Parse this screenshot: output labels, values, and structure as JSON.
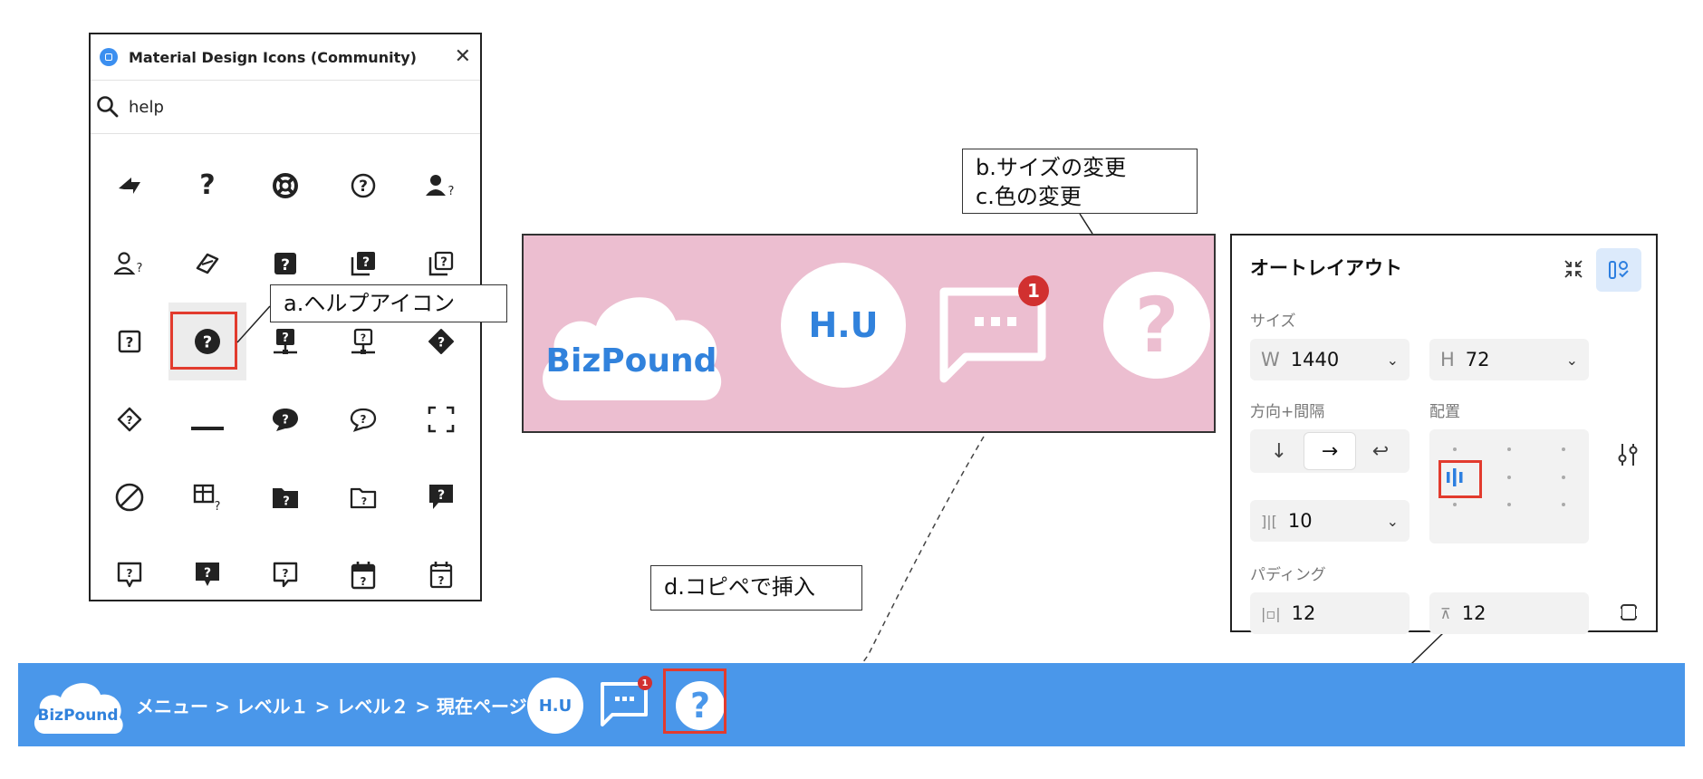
{
  "plugin": {
    "title": "Material Design Icons (Community)",
    "search_value": "help",
    "icons": [
      [
        "swap-horizontal-icon",
        "question-mark-icon",
        "lifebuoy-icon",
        "help-circle-outline-icon",
        "account-question-icon"
      ],
      [
        "account-question-outline-icon",
        "help-network-outline-icon",
        "help-box-icon",
        "help-box-multiple-icon",
        "help-box-multiple-outline-icon"
      ],
      [
        "help-box-outline-icon",
        "help-circle-icon",
        "help-network-icon",
        "help-network-outline-icon",
        "help-rhombus-icon"
      ],
      [
        "help-rhombus-outline-icon",
        "minus-icon",
        "chat-question-icon",
        "chat-question-outline-icon",
        "crop-free-icon"
      ],
      [
        "cancel-icon",
        "table-question-icon",
        "folder-question-icon",
        "folder-question-outline-icon",
        "message-question-icon"
      ],
      [
        "message-question-outline-icon",
        "comment-question-icon",
        "comment-question-outline-icon",
        "calendar-question-icon",
        "calendar-question-outline-icon"
      ]
    ]
  },
  "callouts": {
    "help_icon": "a.ヘルプアイコン",
    "size_color_line1": "b.サイズの変更",
    "size_color_line2": "c.色の変更",
    "copy_paste": "d.コピペで挿入"
  },
  "preview": {
    "logo_text": "BizPound",
    "avatar_text": "H.U",
    "badge_count": "1",
    "help_glyph": "?"
  },
  "autolayout": {
    "title": "オートレイアウト",
    "size_label": "サイズ",
    "width_prefix": "W",
    "width_value": "1440",
    "height_prefix": "H",
    "height_value": "72",
    "direction_label": "方向+間隔",
    "align_label": "配置",
    "gap_value": "10",
    "padding_label": "パディング",
    "padding_h": "12",
    "padding_v": "12"
  },
  "header": {
    "logo_text": "BizPound",
    "breadcrumb": "メニュー > レベル１ > レベル２ > 現在ページ",
    "avatar_text": "H.U",
    "badge_count": "1",
    "help_glyph": "?"
  },
  "colors": {
    "header_blue": "#4a97ea",
    "preview_pink": "#ecbed0",
    "highlight_red": "#e23b2e",
    "badge_red": "#d13030",
    "accent_blue": "#2d7fe0"
  }
}
